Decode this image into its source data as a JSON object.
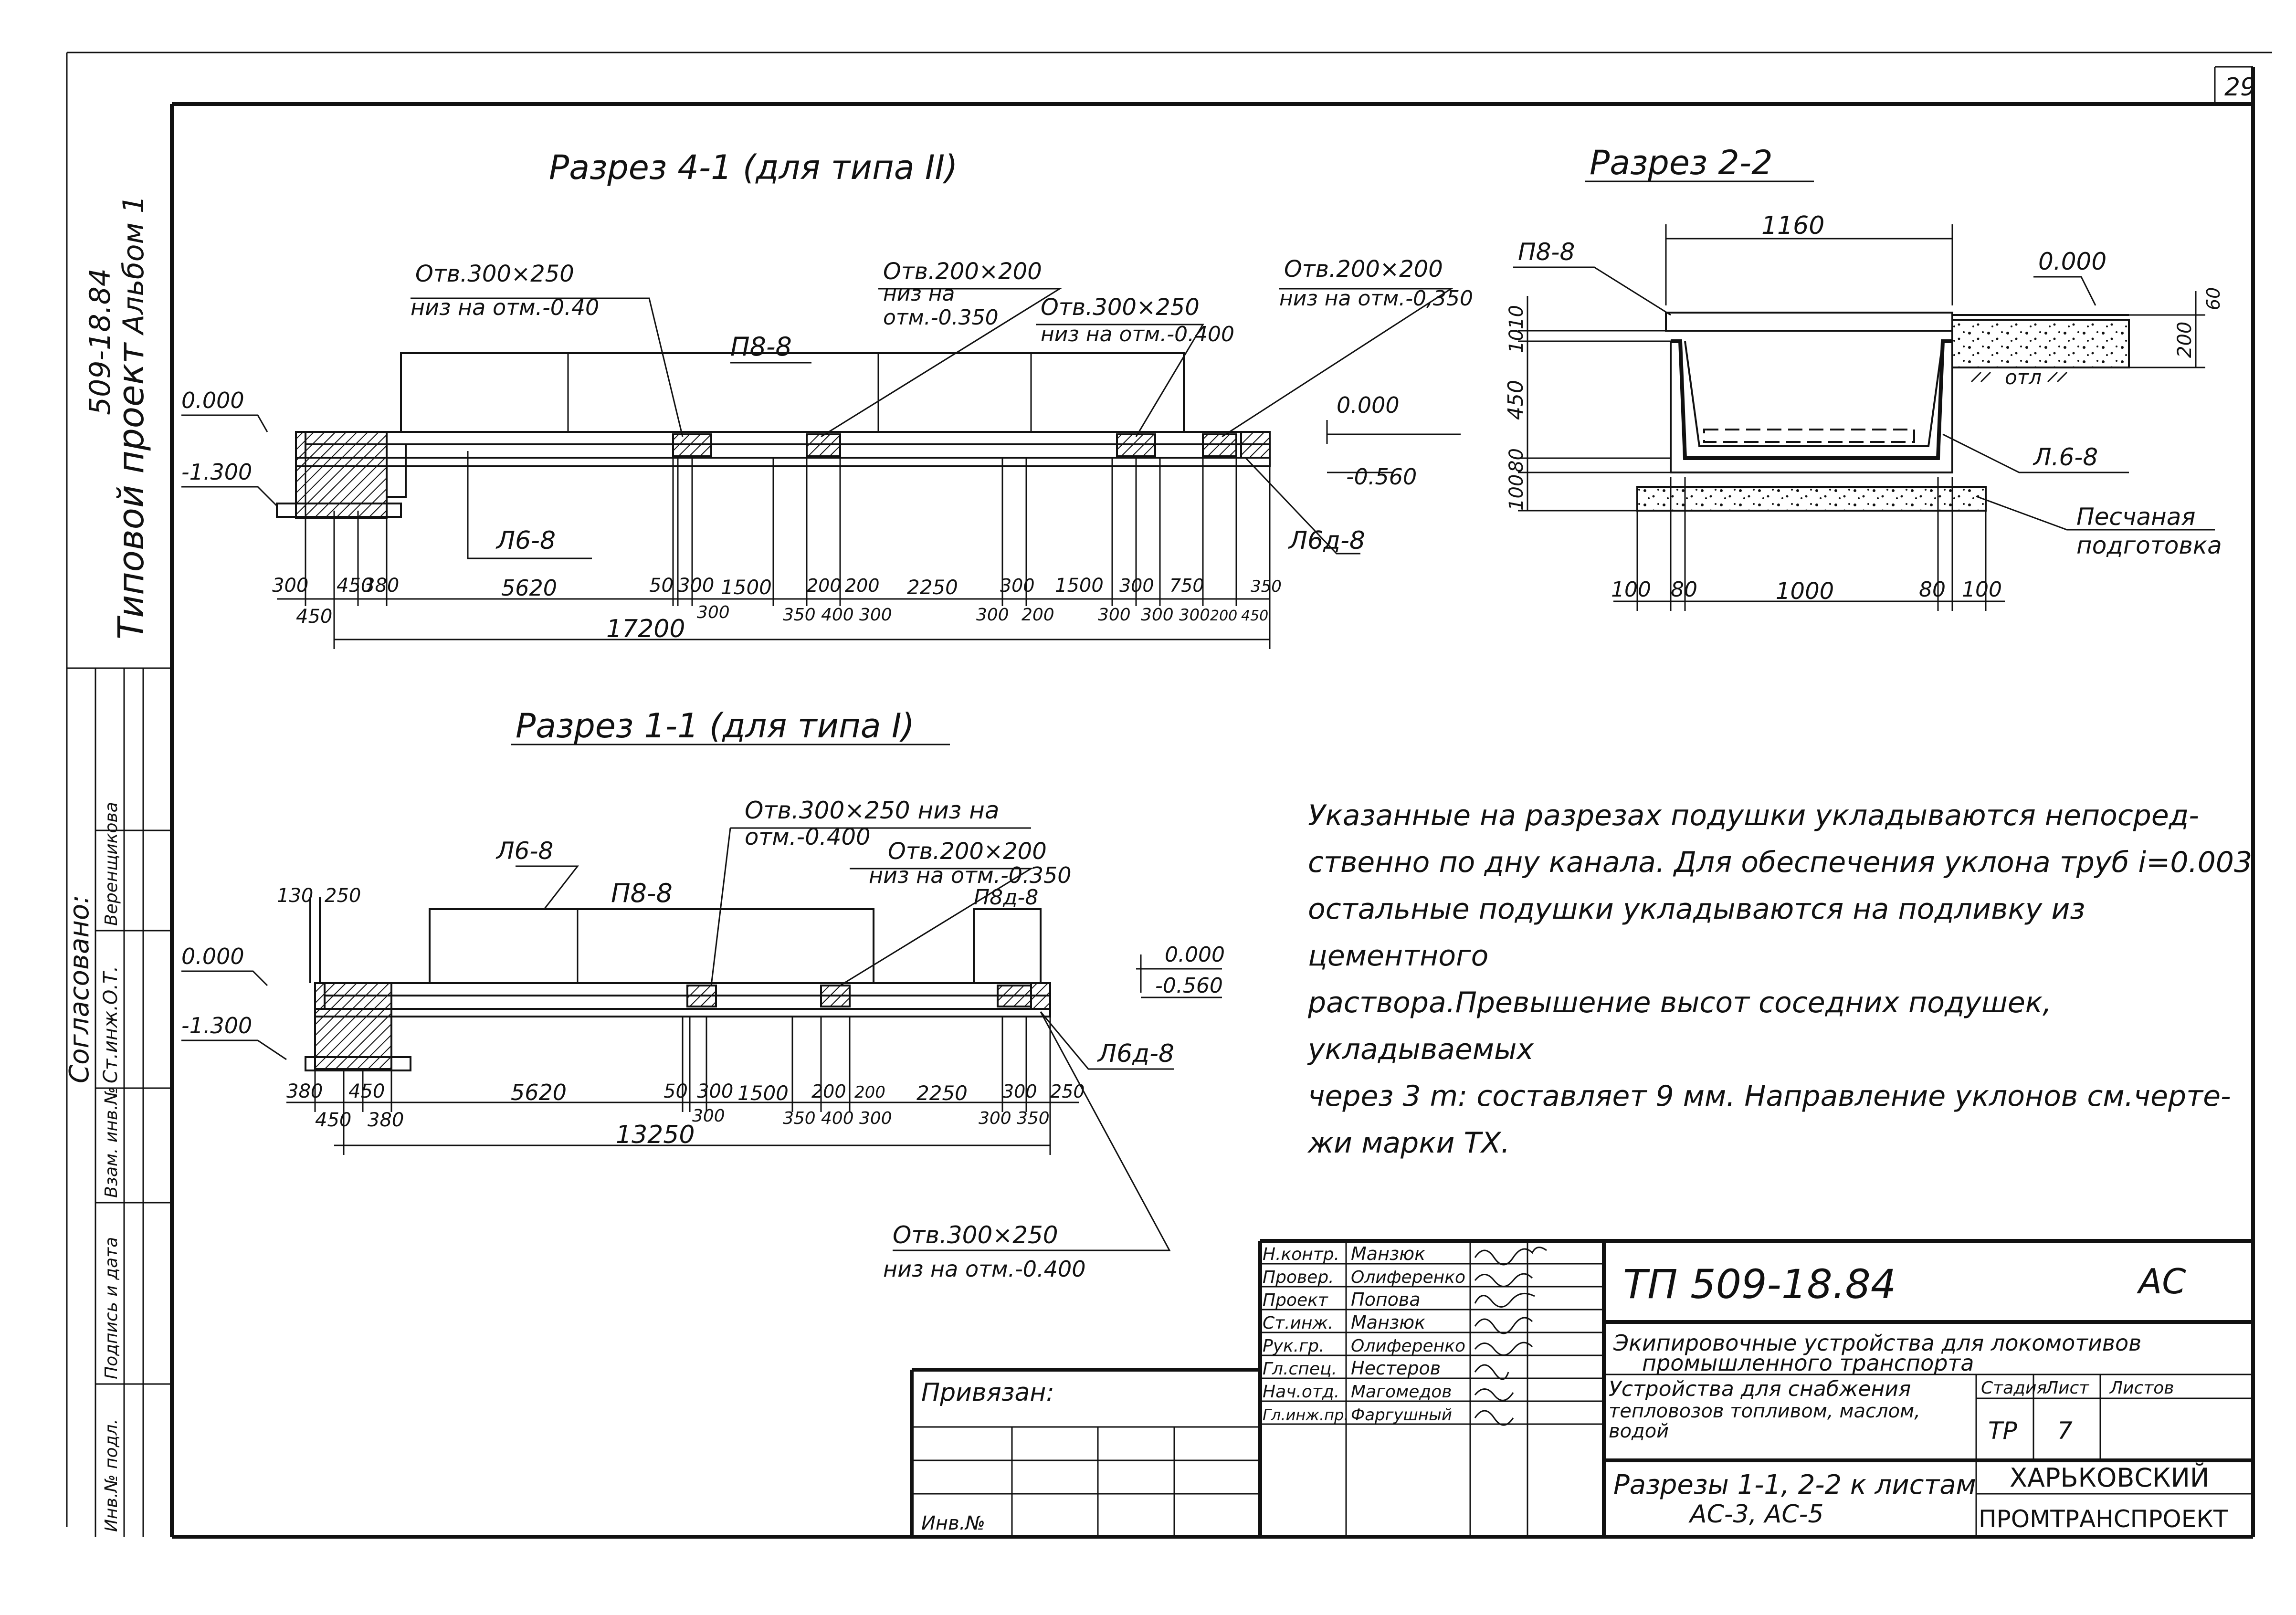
{
  "sheet": {
    "page_number": "29",
    "side_stamp": {
      "doc_number": "509-18.84",
      "album": "Альбом 1",
      "project_type": "Типовой проект",
      "agreed": "Согласовано:",
      "chief_engineer": "Ст.инж.О.Т.",
      "surname": "Веренщикова",
      "inv_sub": "Инв.№ подл.",
      "sign_date": "Подпись и дата",
      "replace_inv": "Взам. инв.№"
    }
  },
  "section_4_1": {
    "title": "Разрез 4-1 (для типа II)",
    "labels": {
      "hole1": "Отв.300×250",
      "hole1_sub": "низ на отм.-0.40",
      "hole2": "Отв.200×200",
      "hole2_sub1": "низ на",
      "hole2_sub2": "отм.-0.350",
      "hole3": "Отв.300×250",
      "hole3_sub": "низ на отм.-0.400",
      "hole4": "Отв.200×200",
      "hole4_sub": "низ на отм.-0,350",
      "slab": "П8-8",
      "tray": "Л6-8",
      "tray_end": "Л6д-8",
      "lvl_zero_left": "0.000",
      "lvl_neg_left": "-1.300",
      "lvl_zero_right": "0.000",
      "lvl_neg_right": "-0.560"
    },
    "dims_top": [
      "300",
      "450",
      "380",
      "5620",
      "50",
      "300",
      "1500",
      "200",
      "200",
      "2250",
      "300",
      "1500",
      "300",
      "750",
      "350"
    ],
    "dims_bottom": [
      "450",
      "300",
      "350",
      "400",
      "300",
      "300",
      "200",
      "300",
      "300",
      "300",
      "200",
      "450"
    ],
    "overall": "17200"
  },
  "section_2_2": {
    "title": "Разрез 2-2",
    "labels": {
      "slab": "П8-8",
      "width_top": "1160",
      "level": "0.000",
      "tray": "Л.6-8",
      "sand1": "Песчаная",
      "sand2": "подготовка",
      "vertical": [
        "10",
        "10",
        "450",
        "80",
        "100"
      ],
      "right_dims": [
        "60",
        "200"
      ],
      "bottom_dims": [
        "100",
        "80",
        "1000",
        "80",
        "100"
      ],
      "ground": "отл"
    }
  },
  "section_1_1": {
    "title": "Разрез 1-1 (для типа I)",
    "labels": {
      "hole1": "Отв.300×250 низ на",
      "hole1_sub": "отм.-0.400",
      "hole2": "Отв.200×200",
      "hole2_sub": "низ на отм.-0.350",
      "tray": "Л6-8",
      "slab": "П8-8",
      "slab_end": "П8д-8",
      "tray_end": "Л6д-8",
      "dim_130": "130",
      "dim_250": "250",
      "lvl_zero_left": "0.000",
      "lvl_neg_left": "-1.300",
      "lvl_zero_right": "0.000",
      "lvl_neg_right": "-0.560",
      "hole_bottom": "Отв.300×250",
      "hole_bottom_sub": "низ на отм.-0.400"
    },
    "dims_top": [
      "380",
      "450",
      "5620",
      "50",
      "300",
      "1500",
      "200",
      "200",
      "2250",
      "300",
      "250"
    ],
    "dims_bottom": [
      "450",
      "380",
      "300",
      "350",
      "400",
      "300",
      "300",
      "350"
    ],
    "overall": "13250"
  },
  "note": {
    "lines": [
      "Указанные на разрезах подушки укладываются непосред-",
      "ственно по дну канала. Для обеспечения уклона труб i=0.003",
      "остальные подушки укладываются на подливку из цементного",
      "раствора.Превышение высот соседних подушек, укладываемых",
      "через 3 m: составляет 9 мм. Направление уклонов см.черте-",
      "жи марки ТХ."
    ]
  },
  "title_block": {
    "roles": [
      "Н.контр.",
      "Провер.",
      "Проект",
      "Ст.инж.",
      "Рук.гр.",
      "Гл.спец.",
      "Нач.отд.",
      "Гл.инж.пр."
    ],
    "names": [
      "Манзюк",
      "Олиференко",
      "Попова",
      "Манзюк",
      "Олиференко",
      "Нестеров",
      "Магомедов",
      "Фаргушный"
    ],
    "signatures": [
      "sign",
      "sign",
      "sign",
      "sign",
      "sign",
      "sign",
      "sign",
      "sign"
    ],
    "bound": "Привязан:",
    "inv_no": "Инв.№",
    "doc_code": "ТП  509-18.84",
    "mark": "АС",
    "project_name1": "Экипировочные устройства для локомотивов",
    "project_name2": "промышленного транспорта",
    "object_name1": "Устройства для снабжения",
    "object_name2": "тепловозов топливом, маслом,",
    "object_name3": "водой",
    "stage_h": "Стадия",
    "sheet_h": "Лист",
    "sheets_h": "Листов",
    "stage": "ТР",
    "sheet": "7",
    "sheets": "",
    "drawing_name1": "Разрезы 1-1, 2-2 к листам",
    "drawing_name2": "АС-3, АС-5",
    "org1": "ХАРЬКОВСКИЙ",
    "org2": "ПРОМТРАНСПРОЕКТ"
  }
}
